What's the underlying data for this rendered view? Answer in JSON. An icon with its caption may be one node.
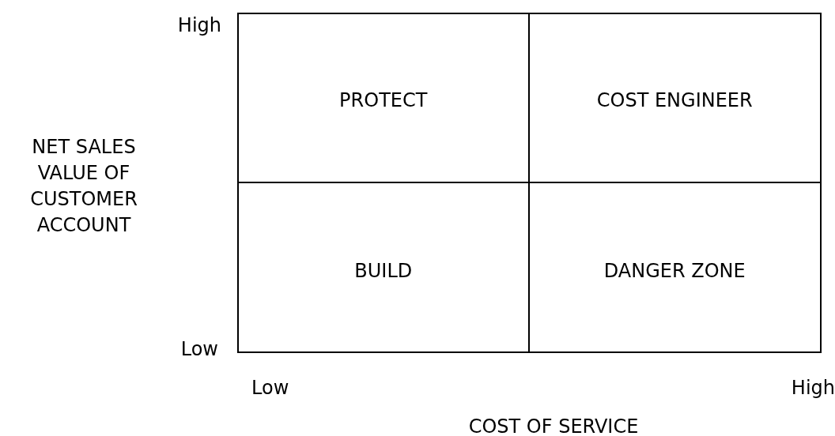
{
  "diagram": {
    "nodes": [
      {
        "text": [
          "PROTECT"
        ]
      },
      {
        "text": [
          "COST ENGINEER"
        ]
      },
      {
        "text": [
          "BUILD"
        ]
      },
      {
        "text": [
          "DANGER ZONE"
        ]
      }
    ],
    "labels": [
      "High",
      "NET SALES VALUE OF CUSTOMER ACCOUNT",
      "Low",
      "Low",
      "High",
      "COST OF SERVICE"
    ]
  }
}
